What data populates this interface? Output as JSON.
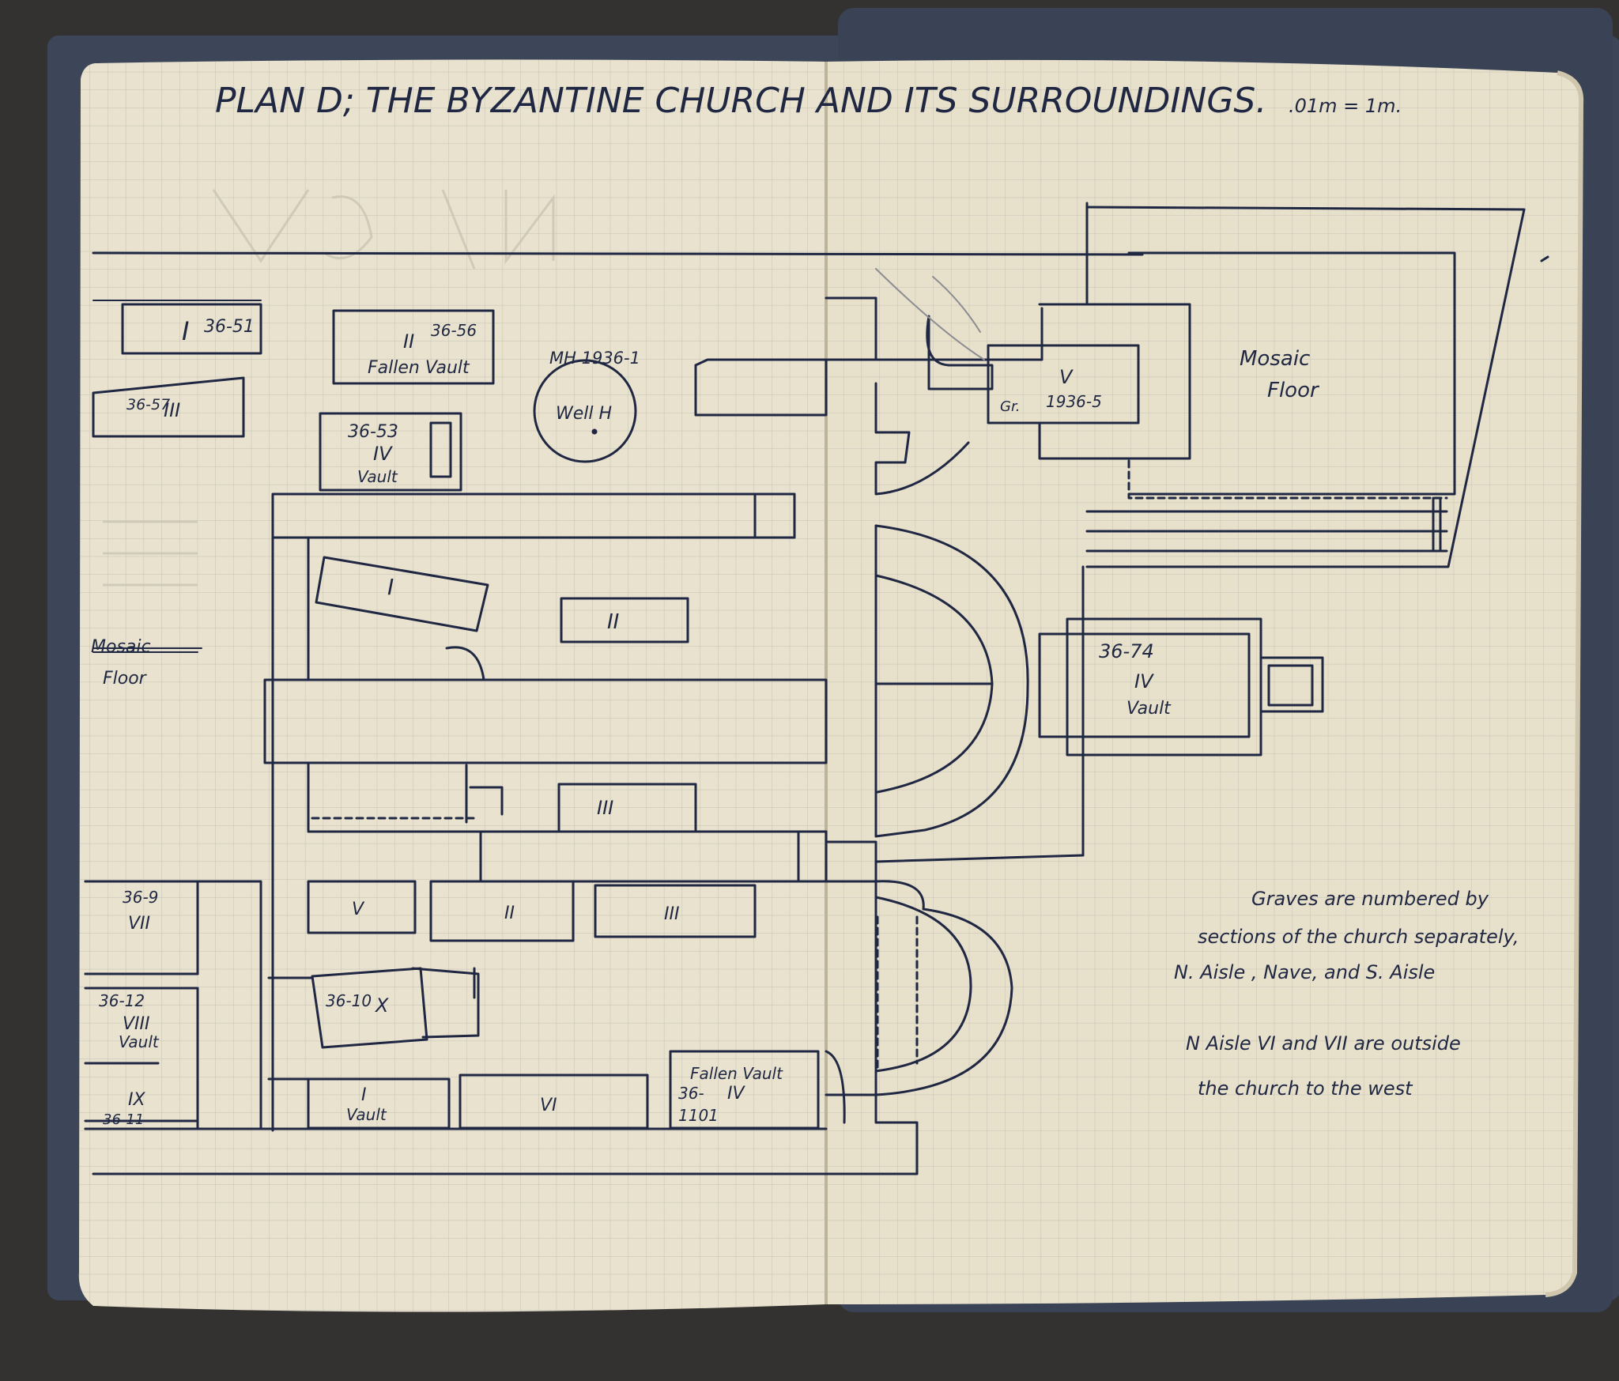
{
  "title": "PLAN D; THE BYZANTINE CHURCH AND ITS SURROUNDINGS.",
  "scale": ".01m = 1m.",
  "labels": {
    "grave_n1": "I",
    "grave_n1_num": "36-51",
    "grave_n2": "II",
    "grave_n2_num": "36-56",
    "grave_n2_note": "Fallen Vault",
    "grave_n3": "III",
    "grave_n3_num": "36-57",
    "grave_n4": "IV",
    "grave_n4_num": "36-53",
    "grave_n4_note": "Vault",
    "well_ref": "MH 1936-1",
    "well": "Well H",
    "nave1": "I",
    "nave2": "II",
    "nave3": "III",
    "s1": "I",
    "s1_note": "Vault",
    "s2": "II",
    "s3": "III",
    "s4": "IV",
    "s4_note": "Fallen Vault",
    "s4_num": "36-",
    "s4_num2": "1101",
    "s5": "V",
    "s6": "VI",
    "s10": "X",
    "s10_num": "36-10",
    "w7": "VII",
    "w7_num": "36-9",
    "w8": "VIII",
    "w8_num": "36-12",
    "w8_note": "Vault",
    "w9": "IX",
    "w9_num": "36-11",
    "mosaic_left_1": "Mosaic",
    "mosaic_left_2": "Floor",
    "mosaic_right_1": "Mosaic",
    "mosaic_right_2": "Floor",
    "gr5": "V",
    "gr5_pre": "Gr.",
    "gr5_num": "1936-5",
    "r4": "IV",
    "r4_num": "36-74",
    "r4_note": "Vault"
  },
  "notes": [
    "Graves are numbered by",
    "sections of the church separately,",
    "N. Aisle ,   Nave,  and   S. Aisle",
    "",
    "N Aisle  VI  and  VII  are outside",
    "the church to the west"
  ]
}
